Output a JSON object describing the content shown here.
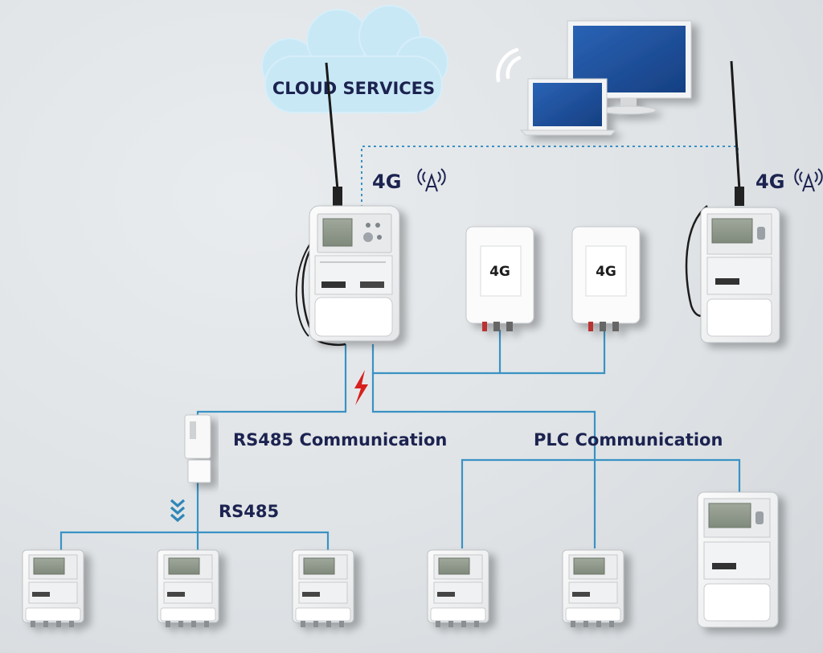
{
  "cloud": {
    "label": "CLOUD SERVICES"
  },
  "labels": {
    "fourg_left": "4G",
    "fourg_right": "4G",
    "rs485_comm": "RS485 Communication",
    "plc_comm": "PLC Communication",
    "rs485": "RS485"
  },
  "modems": [
    {
      "label": "4G"
    },
    {
      "label": "4G"
    }
  ],
  "colors": {
    "line": "#3a92c4",
    "text": "#1c2350",
    "lightning": "#d8201e",
    "screen_blue": "#1e4f9a"
  }
}
